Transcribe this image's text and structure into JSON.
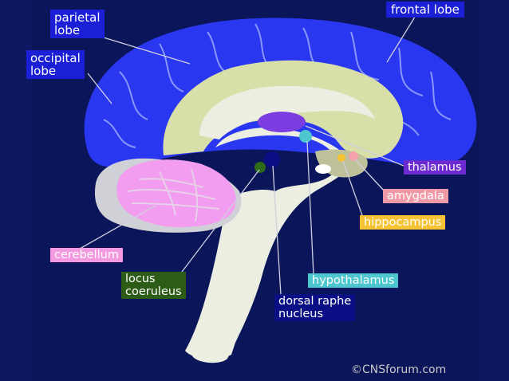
{
  "labels": {
    "parietal_lobe": "parietal\nlobe",
    "occipital_lobe": "occipital\nlobe",
    "frontal_lobe": "frontal lobe",
    "thalamus": "thalamus",
    "amygdala": "amygdala",
    "hippocampus": "hippocampus",
    "cerebellum": "cerebellum",
    "locus_coeruleus": "locus\ncoeruleus",
    "hypothalamus": "hypothalamus",
    "dorsal_raphe_nucleus": "dorsal raphe\nnucleus"
  },
  "credit": "©CNSforum.com",
  "colors": {
    "background": "#0d1860",
    "cortex": "#2a37f0",
    "limbic": "#d9dfa8",
    "brainstem": "#eceee2",
    "cerebellum": "#f29df0",
    "thalamus": "#7b3ce0",
    "hypothalamus": "#4ec6cf",
    "amygdala": "#f3a1ad",
    "hippocampus": "#f5c334",
    "locus_coeruleus": "#2d6a1a",
    "dorsal_raphe": "#0a0f86"
  }
}
